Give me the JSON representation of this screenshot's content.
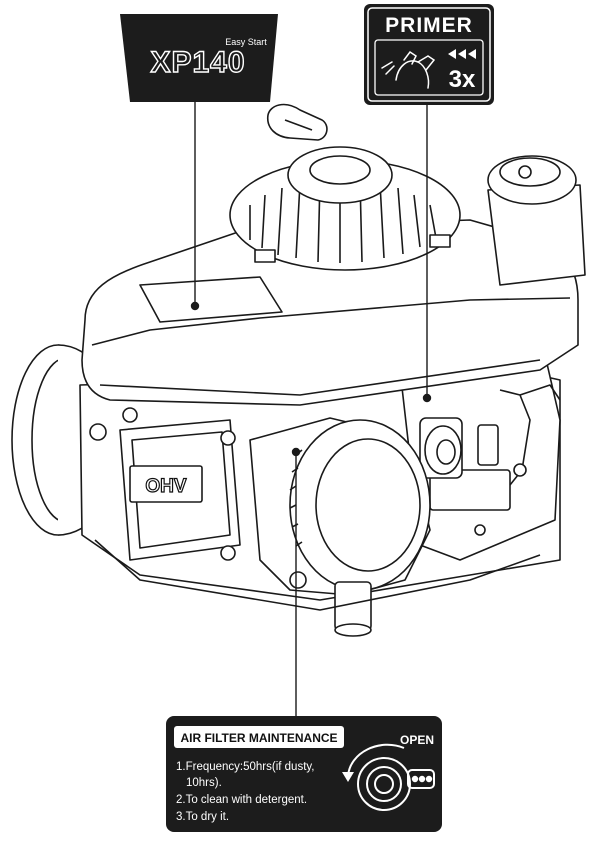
{
  "model_label": {
    "subtitle": "Easy Start",
    "model": "XP140"
  },
  "primer_label": {
    "title": "PRIMER",
    "count": "3x",
    "icon": "hand-pressing-primer-bulb-icon"
  },
  "engine": {
    "badge": "OHV"
  },
  "air_filter_label": {
    "title": "AIR FILTER MAINTENANCE",
    "open_label": "OPEN",
    "lines": [
      "1.Frequency:50hrs(if dusty,",
      "10hrs).",
      "2.To clean with detergent.",
      "3.To dry it."
    ],
    "icon": "rotate-open-arrow-icon"
  },
  "colors": {
    "label_bg": "#1c1c1c",
    "line_art": "#1a1a1a",
    "background": "#ffffff"
  }
}
